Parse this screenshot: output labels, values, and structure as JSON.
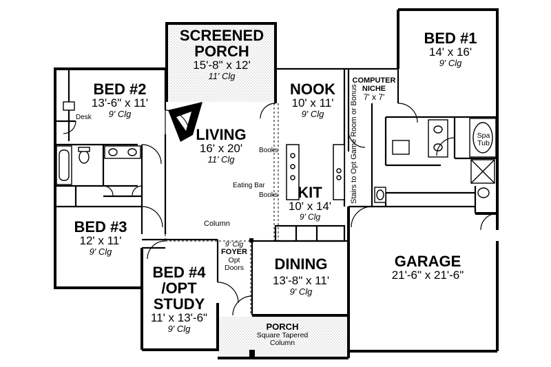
{
  "rooms": {
    "screened_porch": {
      "name_line1": "SCREENED",
      "name_line2": "PORCH",
      "dims": "15'-8\" x 12'",
      "ceiling": "11' Clg"
    },
    "bed1": {
      "name": "BED #1",
      "dims": "14' x 16'",
      "ceiling": "9' Clg"
    },
    "bed2": {
      "name": "BED #2",
      "dims": "13'-6\" x 11'",
      "ceiling": "9' Clg"
    },
    "nook": {
      "name": "NOOK",
      "dims": "10' x 11'",
      "ceiling": "9' Clg"
    },
    "computer_niche": {
      "name_line1": "COMPUTER",
      "name_line2": "NICHE",
      "dims": "7' x 7'"
    },
    "living": {
      "name": "LIVING",
      "dims": "16' x 20'",
      "ceiling": "11' Clg"
    },
    "kit": {
      "name": "KIT",
      "dims": "10' x 14'",
      "ceiling": "9' Clg"
    },
    "bed3": {
      "name": "BED #3",
      "dims": "12' x 11'",
      "ceiling": "9' Clg"
    },
    "garage": {
      "name": "GARAGE",
      "dims": "21'-6\" x 21'-6\""
    },
    "dining": {
      "name": "DINING",
      "dims": "13'-8\" x 11'",
      "ceiling": "9' Clg"
    },
    "bed4": {
      "name_line1": "BED #4",
      "name_line2": "/OPT",
      "name_line3": "STUDY",
      "dims": "11' x 13'-6\"",
      "ceiling": "9' Clg"
    },
    "foyer": {
      "ceiling": "9' Clg",
      "name": "FOYER",
      "note_line1": "Opt",
      "note_line2": "Doors"
    },
    "porch": {
      "name": "PORCH",
      "note_line1": "Square Tapered",
      "note_line2": "Column"
    }
  },
  "annotations": {
    "desk": "Desk",
    "books_upper": "Books",
    "eating_bar": "Eating Bar",
    "books_lower": "Books",
    "column": "Column",
    "spa_tub_line1": "Spa",
    "spa_tub_line2": "Tub",
    "stairs": "Stairs to Opt Game Room or Bonus"
  }
}
